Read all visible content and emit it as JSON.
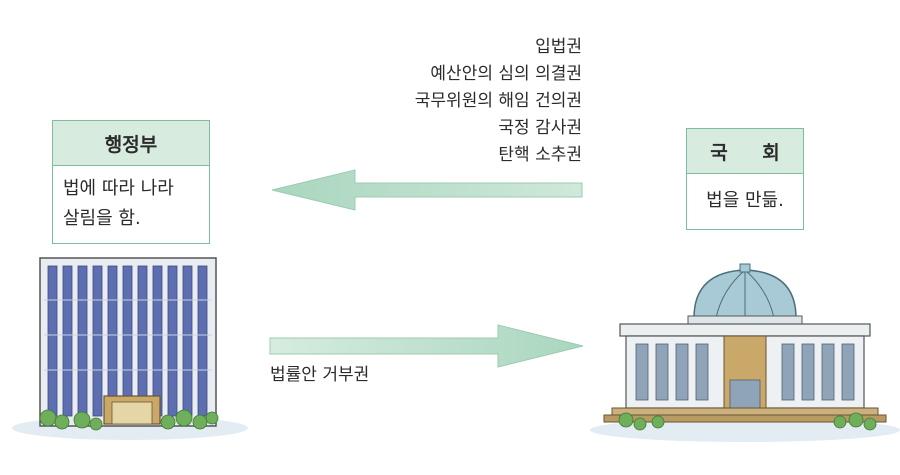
{
  "government": {
    "title": "행정부",
    "desc_line1": "법에 따라 나라",
    "desc_line2": "살림을 함."
  },
  "assembly": {
    "title": "국 회",
    "desc": "법을 만듦."
  },
  "powers": [
    "입법권",
    "예산안의 심의 의결권",
    "국무위원의 해임 건의권",
    "국정 감사권",
    "탄핵 소추권"
  ],
  "veto_label": "법률안 거부권",
  "colors": {
    "accent": "#7bbf9c",
    "header_bg": "#d7ecdf",
    "arrow": "#cfe8da",
    "building_blue": "#5d6fb0"
  }
}
